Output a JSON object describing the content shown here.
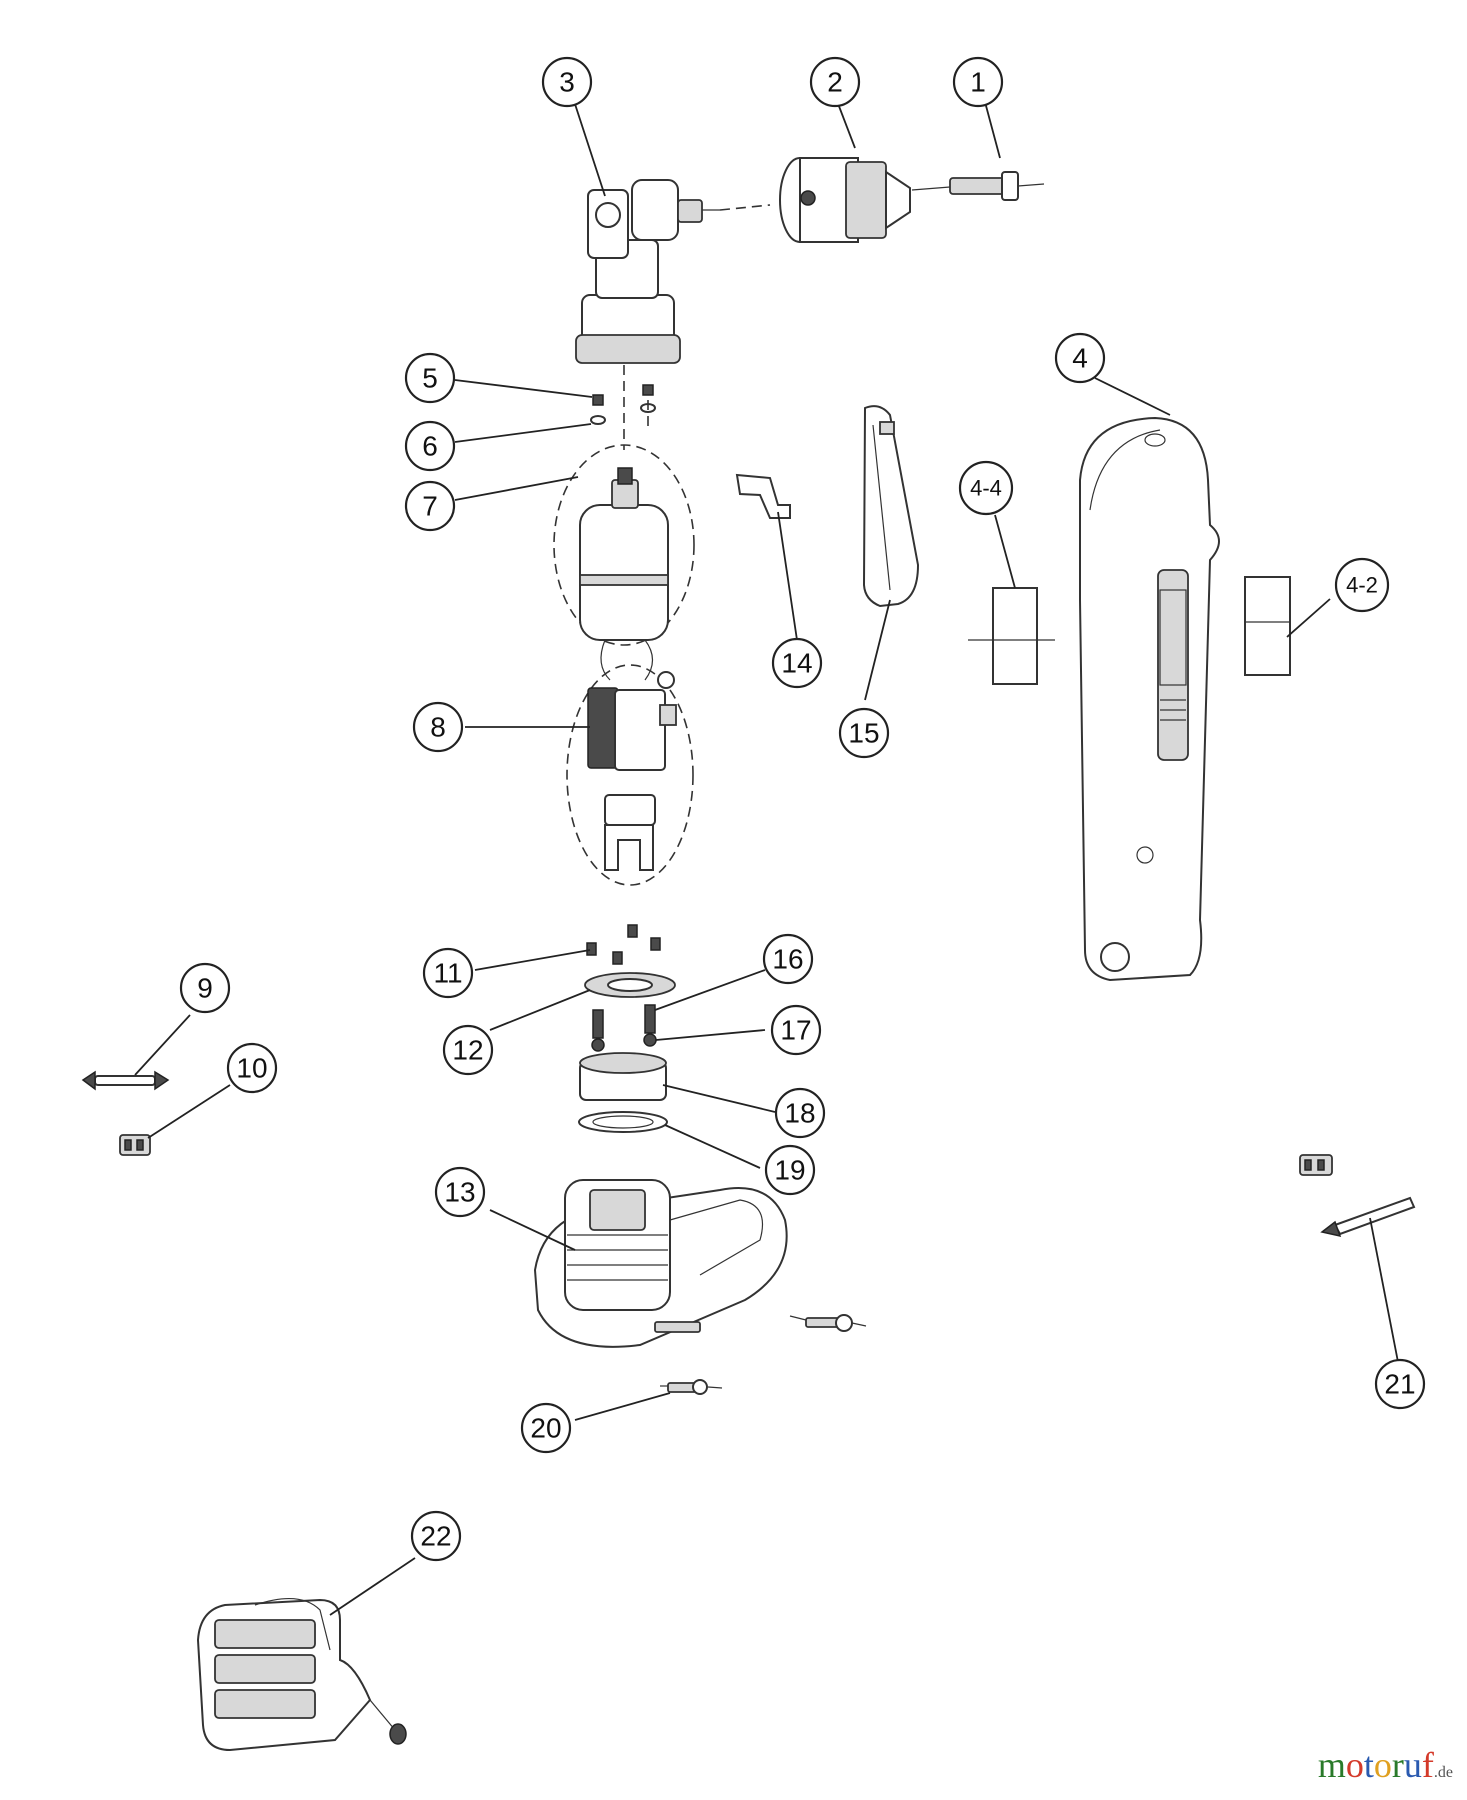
{
  "callouts": [
    {
      "id": "1",
      "label": "1"
    },
    {
      "id": "2",
      "label": "2"
    },
    {
      "id": "3",
      "label": "3"
    },
    {
      "id": "4",
      "label": "4"
    },
    {
      "id": "4-4",
      "label": "4-4"
    },
    {
      "id": "4-2",
      "label": "4-2"
    },
    {
      "id": "5",
      "label": "5"
    },
    {
      "id": "6",
      "label": "6"
    },
    {
      "id": "7",
      "label": "7"
    },
    {
      "id": "8",
      "label": "8"
    },
    {
      "id": "9",
      "label": "9"
    },
    {
      "id": "10",
      "label": "10"
    },
    {
      "id": "11",
      "label": "11"
    },
    {
      "id": "12",
      "label": "12"
    },
    {
      "id": "13",
      "label": "13"
    },
    {
      "id": "14",
      "label": "14"
    },
    {
      "id": "15",
      "label": "15"
    },
    {
      "id": "16",
      "label": "16"
    },
    {
      "id": "17",
      "label": "17"
    },
    {
      "id": "18",
      "label": "18"
    },
    {
      "id": "19",
      "label": "19"
    },
    {
      "id": "20",
      "label": "20"
    },
    {
      "id": "21",
      "label": "21"
    },
    {
      "id": "22",
      "label": "22"
    }
  ],
  "watermark": {
    "text_m": "m",
    "text_o1": "o",
    "text_t": "t",
    "text_o2": "o",
    "text_r": "r",
    "text_u": "u",
    "text_f": "f",
    "suffix": ".de",
    "colors": [
      "#2a7a2a",
      "#d43a2a",
      "#2a5ab0",
      "#e0a020",
      "#2a7a2a",
      "#2a5ab0",
      "#d43a2a"
    ]
  }
}
